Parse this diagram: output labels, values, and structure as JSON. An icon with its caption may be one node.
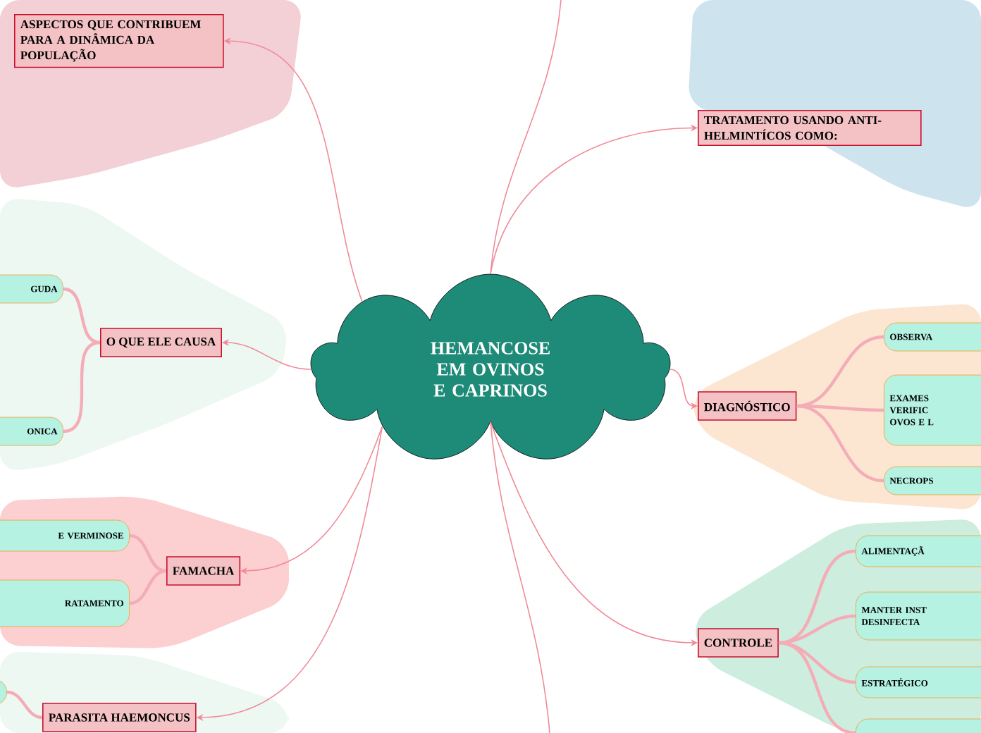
{
  "diagram": {
    "nodes": [
      {
        "text": [
          "HEMANCOSE EM OVINOS E CAPRINOS"
        ]
      },
      {
        "text": [
          "ASPECTOS QUE CONTRIBUEM PARA A DINÂMICA DA POPULAÇÃO"
        ]
      },
      {
        "text": [
          "TRATAMENTO USANDO ANTI- HELMINTÍCOS COMO:"
        ]
      },
      {
        "text": [
          "O QUE ELE CAUSA"
        ]
      },
      {
        "text": [
          "GUDA"
        ]
      },
      {
        "text": [
          "ONICA"
        ]
      },
      {
        "text": [
          "DIAGNÓSTICO"
        ]
      },
      {
        "text": [
          "OBSERVA"
        ]
      },
      {
        "text": [
          "EXAMES VERIFIC OVOS E L"
        ]
      },
      {
        "text": [
          "NECROPS"
        ]
      },
      {
        "text": [
          "FAMACHA"
        ]
      },
      {
        "text": [
          "E VERMINOSE"
        ]
      },
      {
        "text": [
          "RATAMENTO"
        ]
      },
      {
        "text": [
          "CONTROLE"
        ]
      },
      {
        "text": [
          "ALIMENTAÇÃ"
        ]
      },
      {
        "text": [
          "MANTER INST DESINFECTA"
        ]
      },
      {
        "text": [
          "ESTRATÉGICO"
        ]
      },
      {
        "text": [],
        "shape": "box"
      },
      {
        "text": [],
        "shape": "box"
      },
      {
        "text": [
          "PARASITA HAEMONCUS"
        ]
      }
    ],
    "edges": [
      {
        "from": 0,
        "to": 1,
        "arrow": "to"
      },
      {
        "from": 0,
        "to": null,
        "arrow": "none"
      },
      {
        "from": 0,
        "to": 2,
        "arrow": "to"
      },
      {
        "from": 0,
        "to": 3,
        "arrow": "to"
      },
      {
        "from": 0,
        "to": 6,
        "arrow": "to"
      },
      {
        "from": 0,
        "to": 10,
        "arrow": "to"
      },
      {
        "from": 0,
        "to": 13,
        "arrow": "to"
      },
      {
        "from": 0,
        "to": 19,
        "arrow": "to"
      },
      {
        "from": 0,
        "to": null,
        "arrow": "none"
      },
      {
        "from": 3,
        "to": 4,
        "arrow": "none"
      },
      {
        "from": 3,
        "to": 5,
        "arrow": "none"
      },
      {
        "from": 6,
        "to": 7,
        "arrow": "none"
      },
      {
        "from": 6,
        "to": 8,
        "arrow": "none"
      },
      {
        "from": 6,
        "to": 9,
        "arrow": "none"
      },
      {
        "from": 10,
        "to": 11,
        "arrow": "none"
      },
      {
        "from": 10,
        "to": 12,
        "arrow": "none"
      },
      {
        "from": 13,
        "to": 14,
        "arrow": "none"
      },
      {
        "from": 13,
        "to": 15,
        "arrow": "none"
      },
      {
        "from": 13,
        "to": 16,
        "arrow": "none"
      },
      {
        "from": 13,
        "to": 18,
        "arrow": "none"
      },
      {
        "from": 19,
        "to": 17,
        "arrow": "none"
      }
    ]
  }
}
